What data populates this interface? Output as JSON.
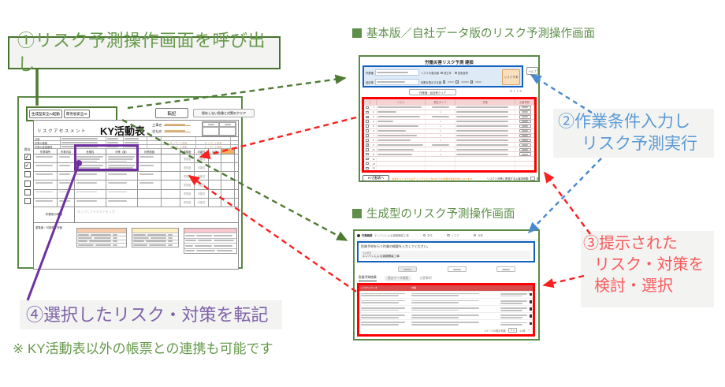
{
  "labels": {
    "step1": "①リスク予測操作画面を呼び出し",
    "step2_line1": "②作業条件入力し",
    "step2_line2": "リスク予測実行",
    "step3_line1": "③提示された",
    "step3_line2": "リスク・対策を",
    "step3_line3": "検討・選択",
    "step4": "④選択したリスク・対策を転記",
    "footnote": "※ KY活動表以外の帳票との連携も可能です"
  },
  "headings": {
    "basic": "基本版／自社データ版のリスク予測操作画面",
    "generative": "生成型のリスク予測操作画面"
  },
  "colors": {
    "accent_green": "#5e8f4a",
    "accent_blue": "#5b9bd5",
    "accent_red": "#fb5a5a",
    "accent_purple": "#7e62a8",
    "highlight_blue_box": "#1060c0",
    "highlight_red_box": "#fe0000",
    "highlight_purple_box": "#7030a0"
  },
  "ky_form": {
    "buttons": {
      "launch_ai": "生成型安全AI起動",
      "mhlw_ai": "厚労省安全AI",
      "transfer": "転記",
      "clear": "保存しない危険と対策のクリア"
    },
    "subtitle": "リスクアセスメント",
    "title": "KY活動表",
    "meta": {
      "site_label": "工事名",
      "company_label": "会社名"
    },
    "save_col_label": "保存",
    "info_rows": [
      "日時",
      "作業の種類",
      "作業の実施期間"
    ],
    "tap_select": "タップして選択",
    "grid_headers": [
      "作業場所",
      "作業内容",
      "危険性",
      "対策（案）",
      "対策実施",
      "",
      "重篤度",
      "可能性",
      "評価",
      ""
    ],
    "row_tags": {
      "severity": "重篤度",
      "possibility": "可能性"
    },
    "checkboxes": [
      true,
      true,
      false,
      false,
      false,
      false
    ],
    "confirm_label": "作業後の確認",
    "confirm_placeholder": "タップしてテキストを入力",
    "legend_title": "重篤度・可能性・評価"
  },
  "basic_screen": {
    "title": "労働災害リスク予測 建設",
    "form": {
      "work_type_label": "作業種",
      "item_label": "品目等",
      "sort_label": "リスクの表示順",
      "sort_options": [
        "発生率",
        "重篤度等"
      ],
      "show_label": "対策を表示する数",
      "predict_button": "リスク予測",
      "clear_button": "作業種・品目等クリア",
      "help_button": "ヘルプ",
      "pager_glyphs": "«‹›»"
    },
    "table": {
      "headers": [
        "",
        "",
        "リスク",
        "発生タイプ",
        "対策",
        "災害事例"
      ],
      "row_count": 14,
      "filled_rows": 11,
      "checked_rows": [
        3,
        9
      ],
      "ditto_mark": "〃"
    },
    "footer": {
      "to_ky_button": "KY活動表へ",
      "note": "採用するリスクのみチェックした上位10までの対策が転記対象となります",
      "case_count_label": "リスクと対策に関連する災害事例数",
      "case_count_unit": "件"
    }
  },
  "gen_screen": {
    "stepper": {
      "current_label": "作業概要",
      "current_value": "エンバンによる道路舗装工事",
      "steps": [
        "条件",
        "リスク",
        "対策"
      ]
    },
    "prompt": "危険予知を行う作業の概要を入力してください。",
    "input_label": "作業概要",
    "input_value": "エンバンによる道路舗装工事",
    "tabs": [
      "危険予知結果",
      "過去データ検索",
      "災害事例"
    ],
    "table": {
      "headers": [
        "リスクシナリオ",
        "対策"
      ],
      "row_count": 5
    },
    "pagination": {
      "label": "1ページの表示件数",
      "page_size": "5",
      "range": "1-5件",
      "arrows": "‹ ›"
    }
  }
}
